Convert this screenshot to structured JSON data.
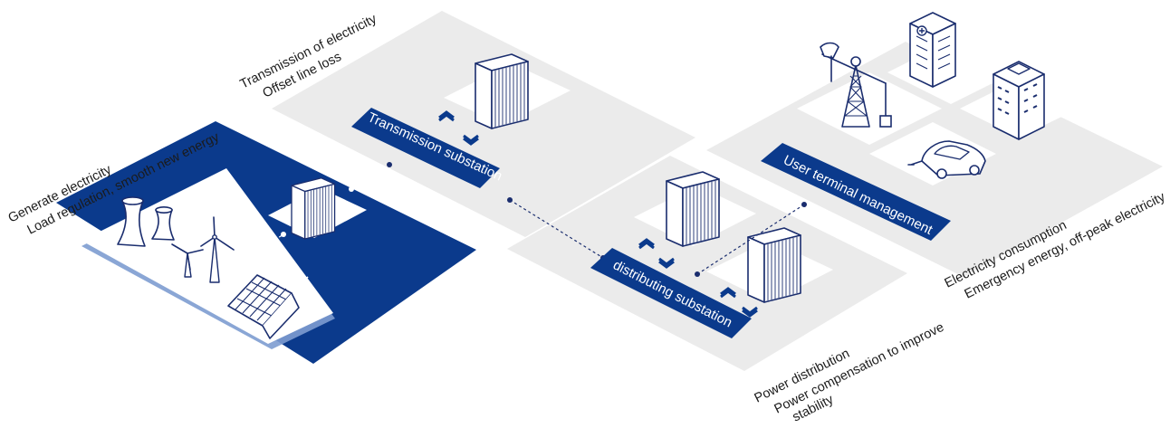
{
  "colors": {
    "primary": "#0b3a8c",
    "plate": "#ebebeb",
    "tile": "#ffffff",
    "line": "#1a2d6e"
  },
  "generation": {
    "line1": "Generate electricity",
    "line2": "Load regulation, smooth new energy"
  },
  "transmission": {
    "line1": "Transmission of electricity",
    "line2": "Offset line loss",
    "label": "Transmission substation"
  },
  "distribution": {
    "line1": "Power distribution",
    "line2": "Power compensation to improve",
    "line3": "stability",
    "label": "distributing substation"
  },
  "user": {
    "line1": "Electricity consumption",
    "line2": "Emergency energy, off-peak electricity",
    "label": "User terminal management"
  },
  "icons": [
    "cooling-tower-icon",
    "wind-turbine-icon",
    "solar-panel-icon",
    "sun-icon",
    "substation-box-icon",
    "oil-pump-icon",
    "hospital-icon",
    "office-building-icon",
    "electric-car-icon",
    "chevron-up-icon",
    "chevron-down-icon"
  ]
}
